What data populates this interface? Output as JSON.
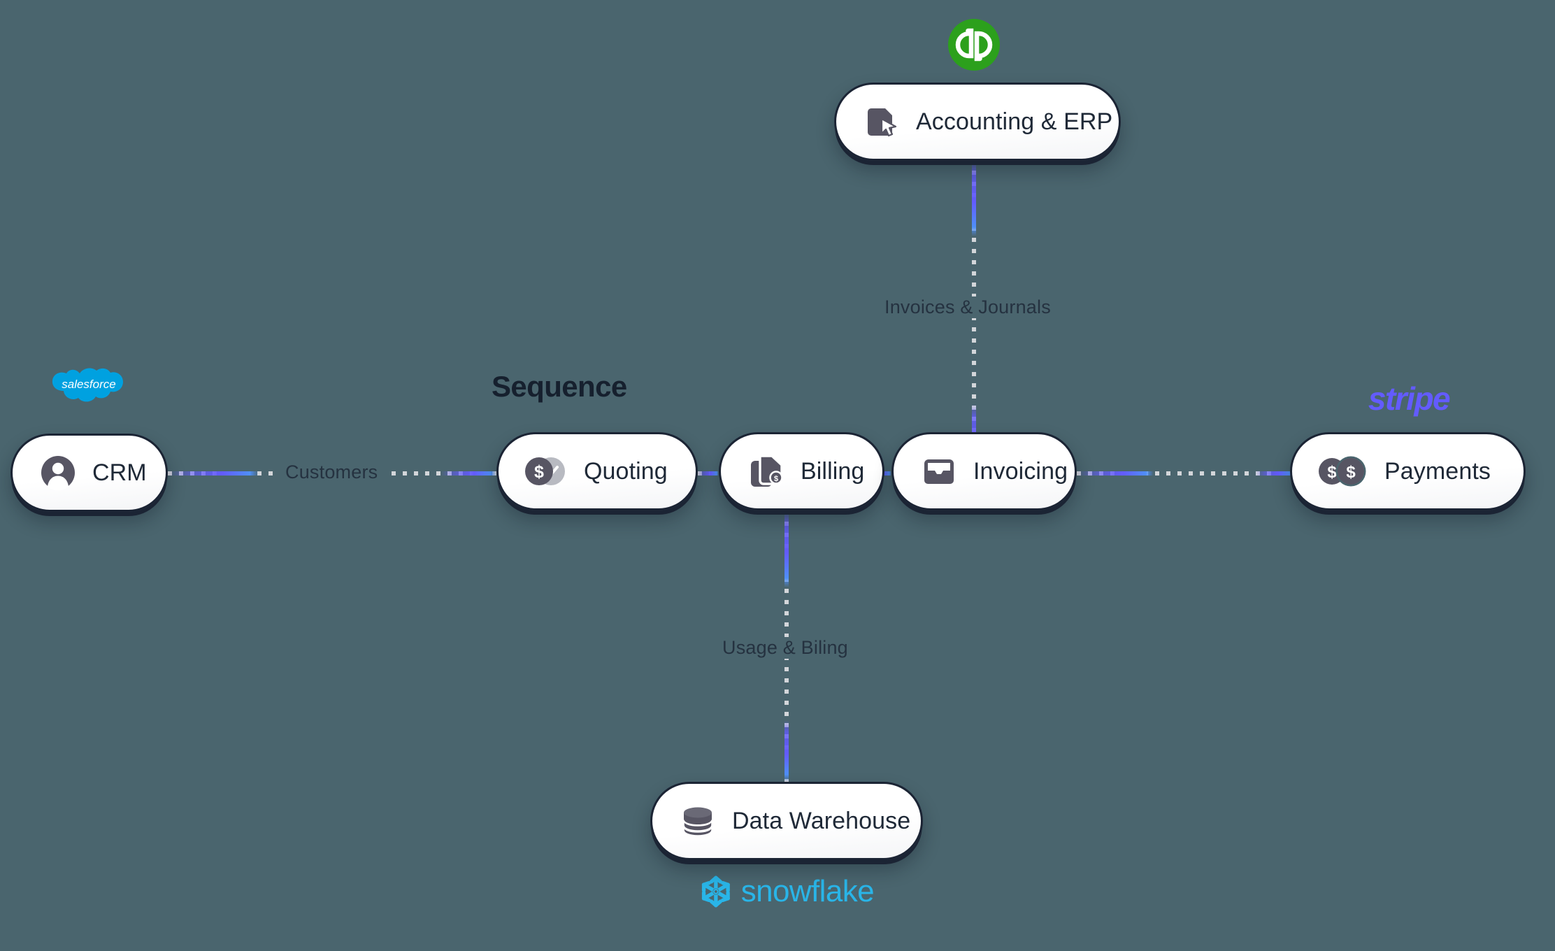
{
  "diagram": {
    "title": "Sequence",
    "background_color": "#4a656e",
    "accent_color": "#635bff",
    "nodes": [
      {
        "id": "crm",
        "label": "CRM",
        "icon": "user-avatar-icon"
      },
      {
        "id": "quoting",
        "label": "Quoting",
        "icon": "quote-coins-icon"
      },
      {
        "id": "billing",
        "label": "Billing",
        "icon": "billing-documents-icon"
      },
      {
        "id": "invoicing",
        "label": "Invoicing",
        "icon": "inbox-tray-icon"
      },
      {
        "id": "payments",
        "label": "Payments",
        "icon": "payment-coins-icon"
      },
      {
        "id": "accounting_erp",
        "label": "Accounting & ERP",
        "icon": "document-cursor-icon"
      },
      {
        "id": "data_warehouse",
        "label": "Data Warehouse",
        "icon": "database-stack-icon"
      }
    ],
    "edges": [
      {
        "id": "crm_quoting",
        "from": "crm",
        "to": "quoting",
        "label": "Customers"
      },
      {
        "id": "quoting_billing",
        "from": "quoting",
        "to": "billing",
        "label": ""
      },
      {
        "id": "billing_invoicing",
        "from": "billing",
        "to": "invoicing",
        "label": ""
      },
      {
        "id": "invoicing_payments",
        "from": "invoicing",
        "to": "payments",
        "label": ""
      },
      {
        "id": "accounting_invoicing",
        "from": "accounting_erp",
        "to": "invoicing",
        "label": "Invoices & Journals"
      },
      {
        "id": "billing_datawarehouse",
        "from": "billing",
        "to": "data_warehouse",
        "label": "Usage & Biling"
      }
    ],
    "brands": [
      {
        "id": "salesforce",
        "name": "salesforce",
        "color": "#00a1e0",
        "attached_to": "crm"
      },
      {
        "id": "quickbooks",
        "name": "qb",
        "color": "#2ca01c",
        "attached_to": "accounting_erp"
      },
      {
        "id": "stripe",
        "name": "stripe",
        "color": "#635bff",
        "attached_to": "payments"
      },
      {
        "id": "snowflake",
        "name": "snowflake",
        "color": "#29b5e8",
        "attached_to": "data_warehouse"
      }
    ]
  }
}
